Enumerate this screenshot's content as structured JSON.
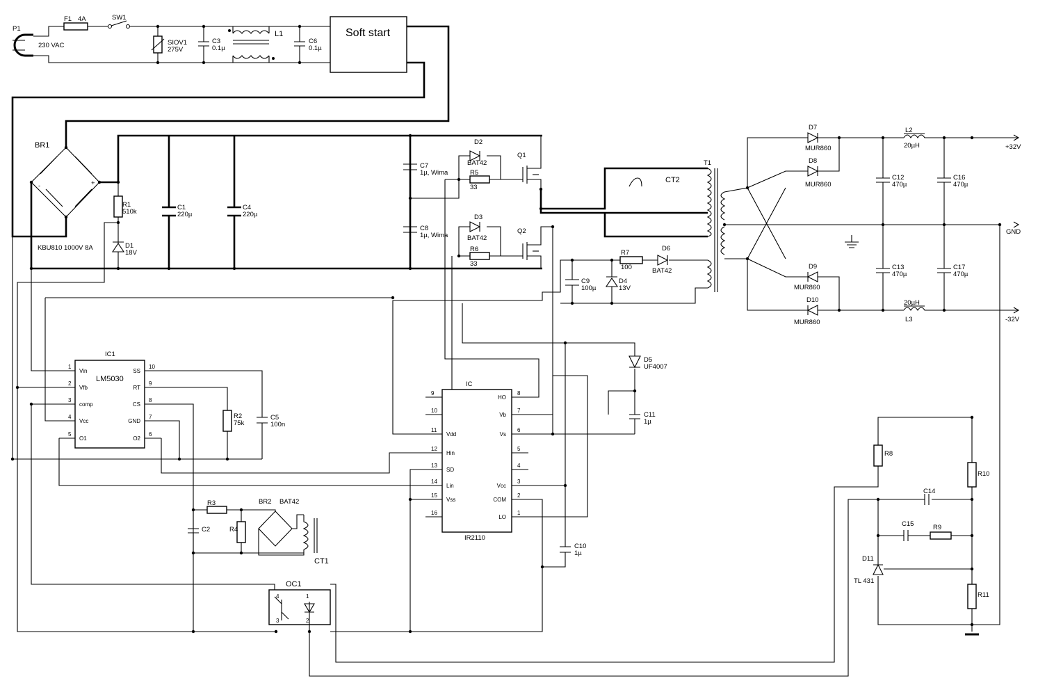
{
  "power_input": {
    "plug": "P1",
    "voltage": "230 VAC",
    "fuse": "F1",
    "fuse_rating": "4A",
    "switch": "SW1",
    "varistor": "SIOV1",
    "varistor_rating": "275V",
    "c3": "C3",
    "c3_val": "0.1µ",
    "choke": "L1",
    "c6": "C6",
    "c6_val": "0.1µ",
    "soft_start": "Soft start"
  },
  "rectifier": {
    "bridge": "BR1",
    "bridge_part": "KBU810 1000V 8A",
    "minus": "-",
    "plus": "+",
    "r1": "R1",
    "r1_val": "510k",
    "d1": "D1",
    "d1_val": "18V",
    "c1": "C1",
    "c1_val": "220µ",
    "c4": "C4",
    "c4_val": "220µ"
  },
  "half_bridge": {
    "c7": "C7",
    "c7_val": "1µ, Wima",
    "c8": "C8",
    "c8_val": "1µ, Wima",
    "d2": "D2",
    "d2_val": "BAT42",
    "d3": "D3",
    "d3_val": "BAT42",
    "r5": "R5",
    "r5_val": "33",
    "r6": "R6",
    "r6_val": "33",
    "q1": "Q1",
    "q2": "Q2",
    "ct2": "CT2",
    "t1": "T1"
  },
  "aux_supply": {
    "r7": "R7",
    "r7_val": "100",
    "d6": "D6",
    "d6_val": "BAT42",
    "c9": "C9",
    "c9_val": "100µ",
    "d4": "D4",
    "d4_val": "13V"
  },
  "output": {
    "d7": "D7",
    "d8": "D8",
    "d9": "D9",
    "d10": "D10",
    "diode_part": "MUR860",
    "l2": "L2",
    "l2_val": "20µH",
    "l3": "L3",
    "l3_val": "20µH",
    "c12": "C12",
    "c12_val": "470µ",
    "c13": "C13",
    "c13_val": "470µ",
    "c16": "C16",
    "c16_val": "470µ",
    "c17": "C17",
    "c17_val": "470µ",
    "pos_out": "+32V",
    "gnd": "GND",
    "neg_out": "-32V"
  },
  "controller": {
    "name": "IC1",
    "part": "LM5030",
    "left_pins": [
      {
        "num": "1",
        "name": "Vin"
      },
      {
        "num": "2",
        "name": "Vfb"
      },
      {
        "num": "3",
        "name": "comp"
      },
      {
        "num": "4",
        "name": "Vcc"
      },
      {
        "num": "5",
        "name": "O1"
      }
    ],
    "right_pins": [
      {
        "num": "10",
        "name": "SS"
      },
      {
        "num": "9",
        "name": "RT"
      },
      {
        "num": "8",
        "name": "CS"
      },
      {
        "num": "7",
        "name": "GND"
      },
      {
        "num": "6",
        "name": "O2"
      }
    ],
    "r2": "R2",
    "r2_val": "75k",
    "c5": "C5",
    "c5_val": "100n"
  },
  "driver": {
    "name": "IC",
    "part": "IR2110",
    "left_pins": [
      {
        "num": "9",
        "name": ""
      },
      {
        "num": "10",
        "name": ""
      },
      {
        "num": "11",
        "name": "Vdd"
      },
      {
        "num": "12",
        "name": "Hin"
      },
      {
        "num": "13",
        "name": "SD"
      },
      {
        "num": "14",
        "name": "Lin"
      },
      {
        "num": "15",
        "name": "Vss"
      },
      {
        "num": "16",
        "name": ""
      }
    ],
    "right_pins": [
      {
        "num": "8",
        "name": "HO"
      },
      {
        "num": "7",
        "name": "Vb"
      },
      {
        "num": "6",
        "name": "Vs"
      },
      {
        "num": "5",
        "name": ""
      },
      {
        "num": "4",
        "name": ""
      },
      {
        "num": "3",
        "name": "Vcc"
      },
      {
        "num": "2",
        "name": "COM"
      },
      {
        "num": "1",
        "name": "LO"
      }
    ],
    "d5": "D5",
    "d5_val": "UF4007",
    "c11": "C11",
    "c11_val": "1µ",
    "c10": "C10",
    "c10_val": "1µ"
  },
  "current_sense": {
    "r3": "R3",
    "r4": "R4",
    "c2": "C2",
    "br2": "BR2",
    "br2_part": "BAT42",
    "ct1": "CT1"
  },
  "feedback": {
    "oc1": "OC1",
    "pins": [
      "4",
      "1",
      "3",
      "2"
    ],
    "d11": "D11",
    "d11_part": "TL 431",
    "r8": "R8",
    "r9": "R9",
    "r10": "R10",
    "r11": "R11",
    "c14": "C14",
    "c15": "C15"
  }
}
